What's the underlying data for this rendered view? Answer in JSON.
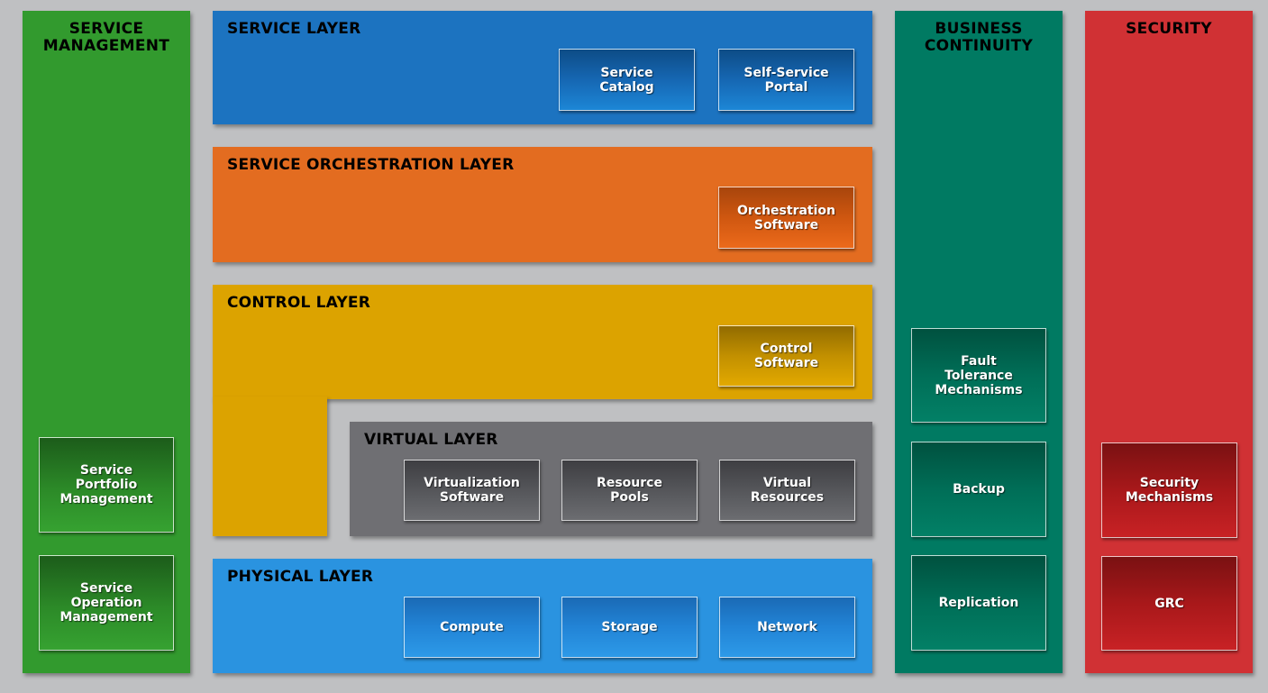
{
  "columns": {
    "service_management": {
      "title": "SERVICE\nMANAGEMENT",
      "boxes": [
        "Service\nPortfolio\nManagement",
        "Service\nOperation\nManagement"
      ]
    },
    "business_continuity": {
      "title": "BUSINESS\nCONTINUITY",
      "boxes": [
        "Fault\nTolerance\nMechanisms",
        "Backup",
        "Replication"
      ]
    },
    "security": {
      "title": "SECURITY",
      "boxes": [
        "Security\nMechanisms",
        "GRC"
      ]
    }
  },
  "layers": {
    "service": {
      "title": "SERVICE LAYER",
      "boxes": [
        "Service\nCatalog",
        "Self-Service\nPortal"
      ]
    },
    "orchestration": {
      "title": "SERVICE ORCHESTRATION LAYER",
      "boxes": [
        "Orchestration\nSoftware"
      ]
    },
    "control": {
      "title": "CONTROL LAYER",
      "boxes": [
        "Control\nSoftware"
      ]
    },
    "virtual": {
      "title": "VIRTUAL LAYER",
      "boxes": [
        "Virtualization\nSoftware",
        "Resource\nPools",
        "Virtual\nResources"
      ]
    },
    "physical": {
      "title": "PHYSICAL LAYER",
      "boxes": [
        "Compute",
        "Storage",
        "Network"
      ]
    }
  },
  "colors": {
    "background": "#bfc0c2",
    "service_management": "#329a2e",
    "service_layer": "#1c73c0",
    "orchestration_layer": "#e36c20",
    "control_layer": "#dca300",
    "virtual_layer": "#6f6f73",
    "physical_layer": "#2a93e0",
    "business_continuity": "#007a62",
    "security": "#d03134"
  }
}
